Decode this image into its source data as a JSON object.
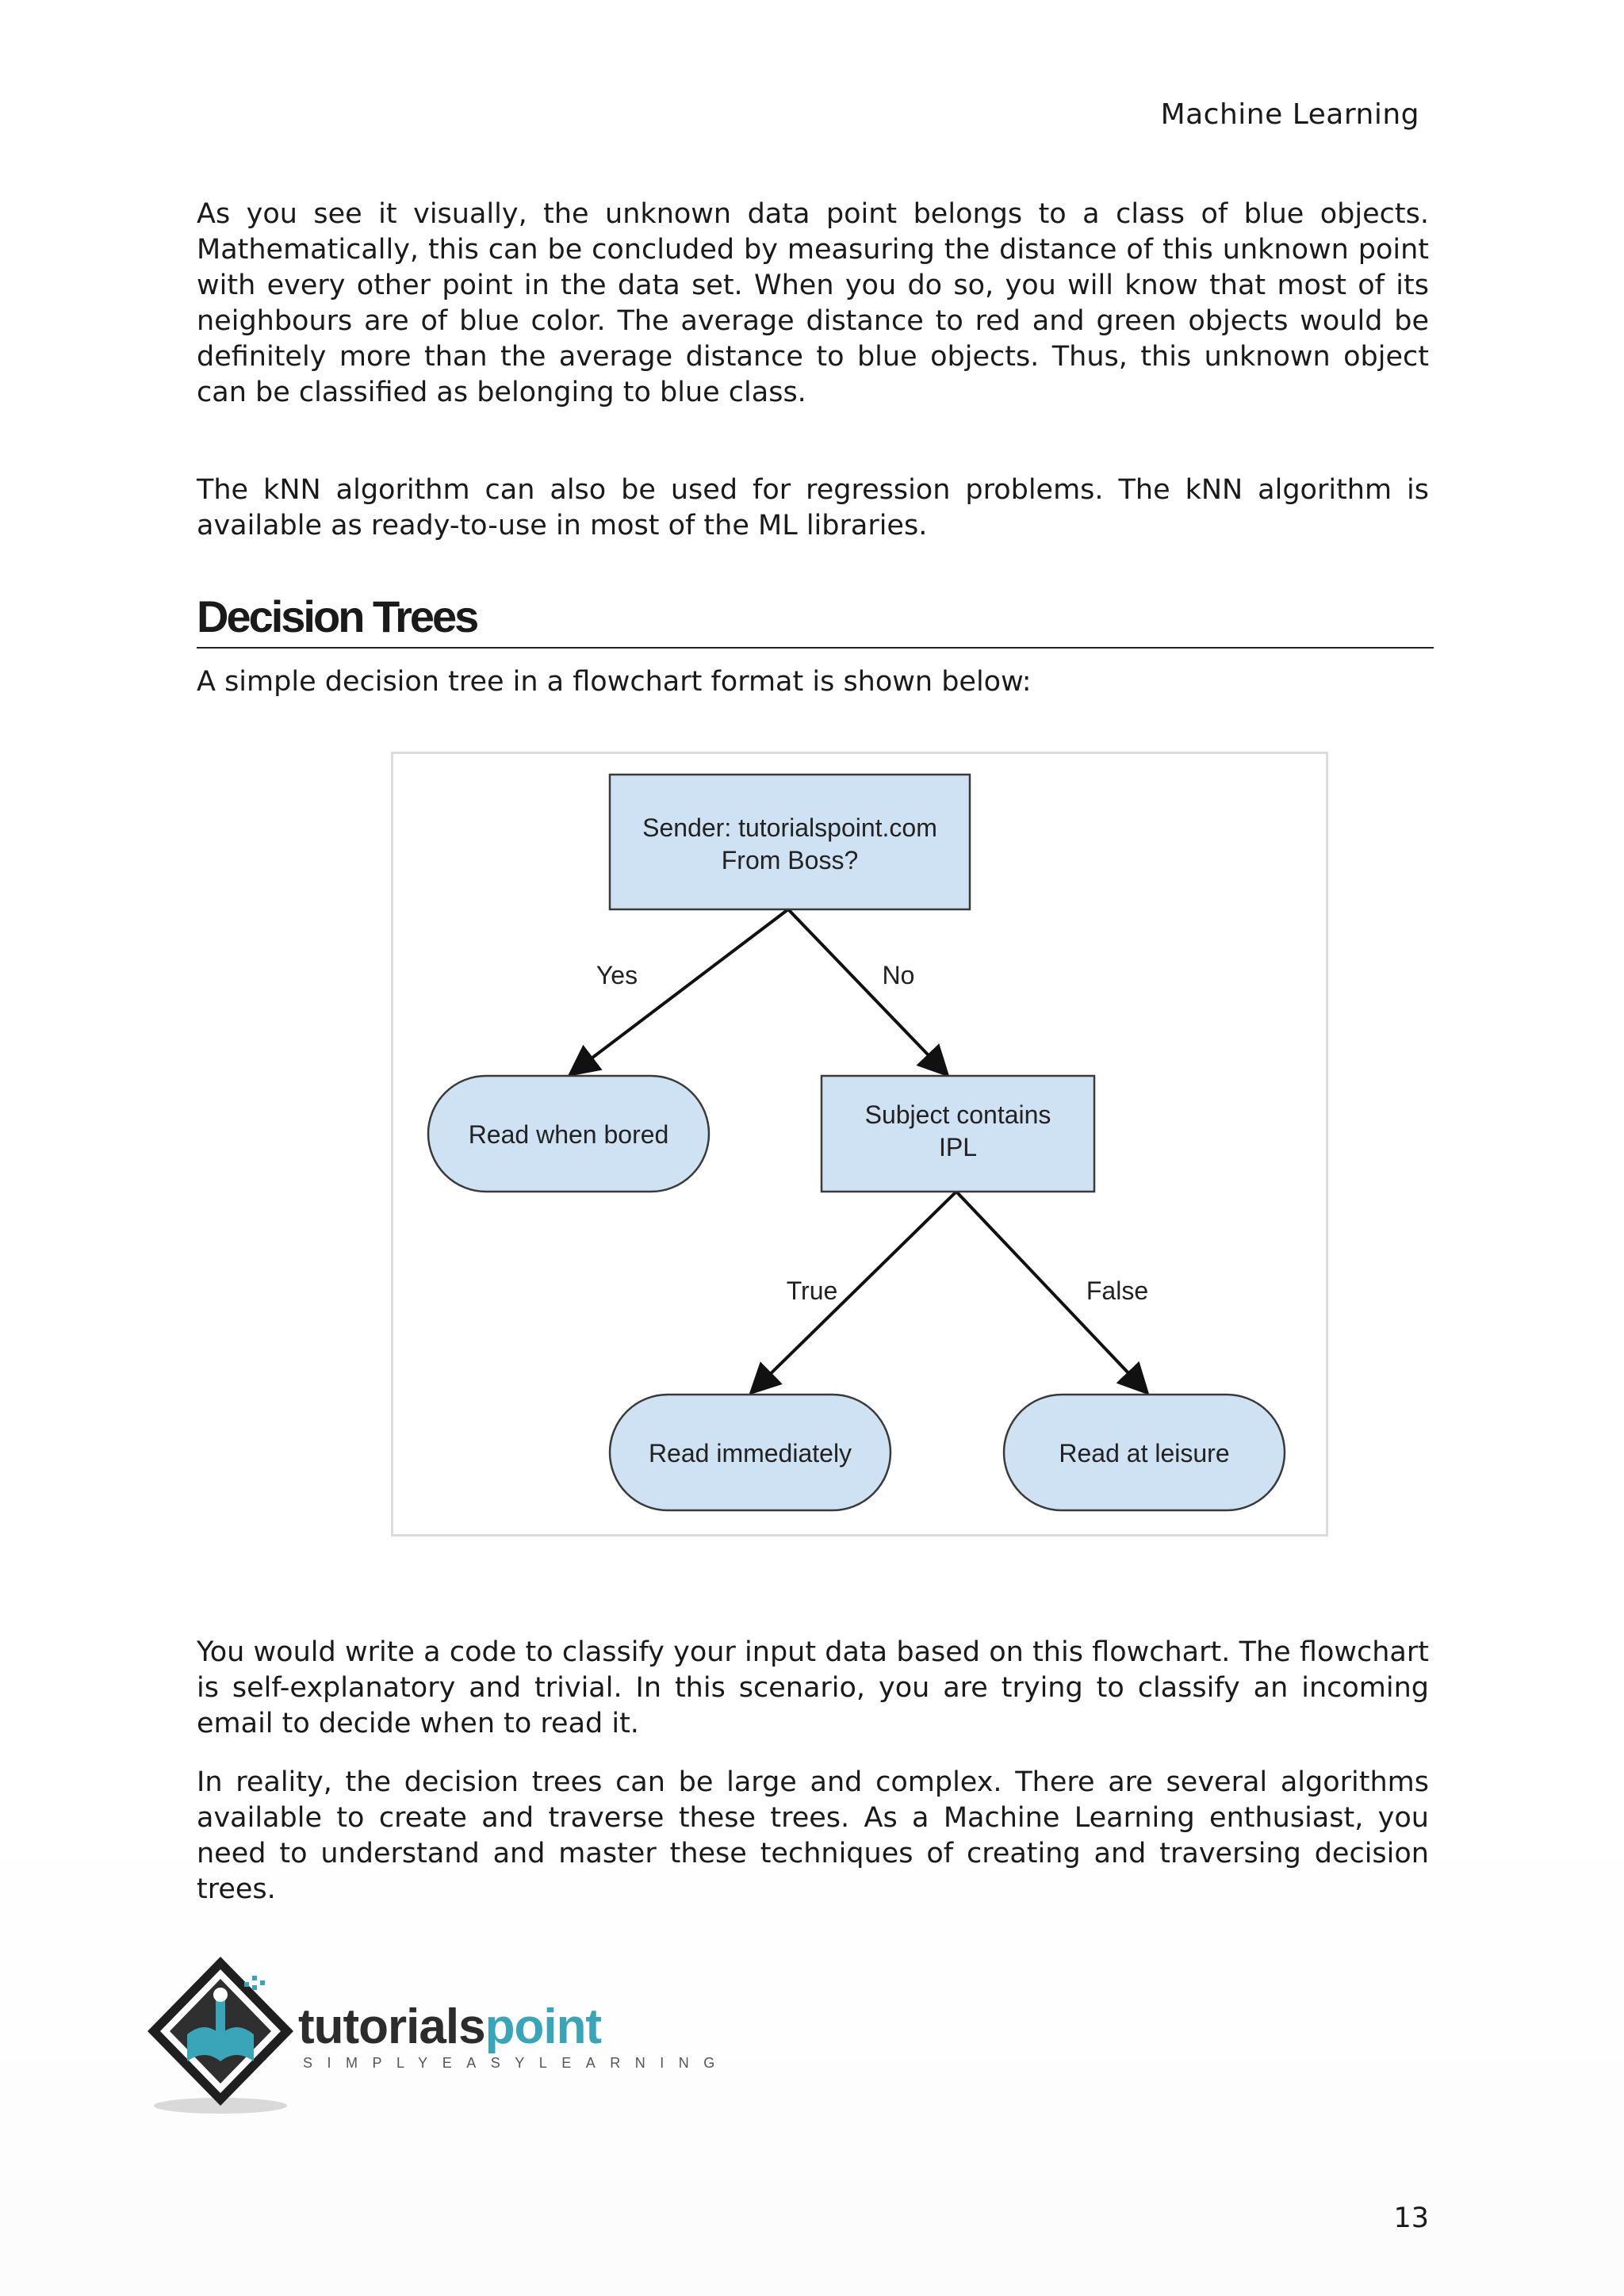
{
  "header": {
    "running_title": "Machine Learning"
  },
  "body": {
    "para1": "As you see it visually, the unknown data point belongs to a class of blue objects. Mathematically, this can be concluded by measuring the distance of this unknown point with every other point in the data set. When you do so, you will know that most of its neighbours are of blue color. The average distance to red and green objects would be definitely more than the average distance to blue objects. Thus, this unknown object can be classified as belonging to blue class.",
    "para2": "The kNN algorithm can also be used for regression problems. The kNN algorithm is available as ready-to-use in most of the ML libraries.",
    "section_heading": "Decision Trees",
    "para3": "A simple decision tree in a flowchart format is shown below:",
    "para4": "You would write a code to classify your input data based on this flowchart. The flowchart is self-explanatory and trivial. In this scenario, you are trying to classify an incoming email to decide when to read it.",
    "para5": "In reality, the decision trees can be large and complex. There are several algorithms available to create and traverse these trees. As a Machine Learning enthusiast, you need to understand and master these techniques of creating and traversing decision trees."
  },
  "flowchart": {
    "root_line1": "Sender: tutorialspoint.com",
    "root_line2": "From Boss?",
    "edge_yes": "Yes",
    "edge_no": "No",
    "leaf_bored": "Read when bored",
    "subject_line1": "Subject contains",
    "subject_line2": "IPL",
    "edge_true": "True",
    "edge_false": "False",
    "leaf_immediately": "Read immediately",
    "leaf_leisure": "Read at leisure",
    "node_fill": "#cfe2f3"
  },
  "logo": {
    "word_part1": "tutorials",
    "word_part2": "point",
    "tagline": "SIMPLYEASYLEARNING",
    "accent_color": "#3aa5b8"
  },
  "footer": {
    "page_number": "13"
  }
}
